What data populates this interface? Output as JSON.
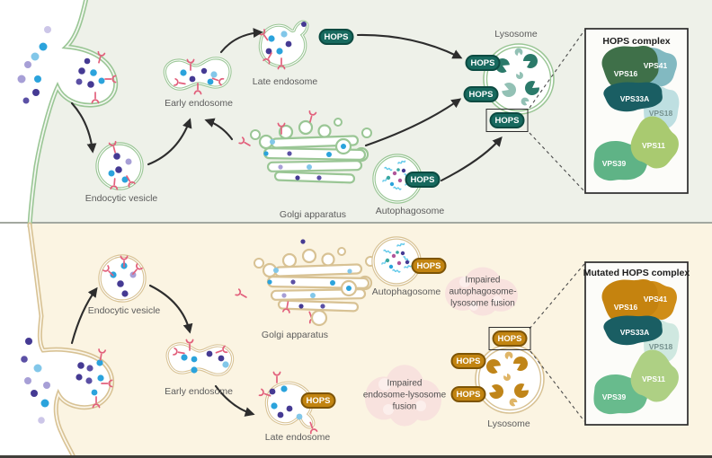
{
  "labels": {
    "hops": "HOPS",
    "top": {
      "lysosome": "Lysosome",
      "late_endosome": "Late endosome",
      "early_endosome": "Early endosome",
      "endocytic_vesicle": "Endocytic vesicle",
      "golgi": "Golgi apparatus",
      "autophagosome": "Autophagosome"
    },
    "bottom": {
      "lysosome": "Lysosome",
      "late_endosome": "Late endosome",
      "early_endosome": "Early endosome",
      "endocytic_vesicle": "Endocytic vesicle",
      "golgi": "Golgi apparatus",
      "autophagosome": "Autophagosome"
    }
  },
  "hops_box": {
    "title": "HOPS complex",
    "subunits": [
      "VPS16",
      "VPS41",
      "VPS33A",
      "VPS18",
      "VPS11",
      "VPS39"
    ]
  },
  "mutated_box": {
    "title": "Mutated HOPS complex",
    "subunits": [
      "VPS16",
      "VPS41",
      "VPS33A",
      "VPS18",
      "VPS11",
      "VPS39"
    ]
  },
  "clouds": {
    "autophagosome_fusion": {
      "line1": "Impaired",
      "line2": "autophagosome-",
      "line3": "lysosome fusion"
    },
    "endosome_fusion": {
      "line1": "Impaired",
      "line2": "endosome-lysosome",
      "line3": "fusion"
    }
  },
  "colors": {
    "top_background": "#eef1e9",
    "bottom_background": "#fbf4e2",
    "membrane_green": "#9ac695",
    "membrane_tan": "#d8c294",
    "hops_teal": "#17695e",
    "hops_gold": "#c28411",
    "vps_normal": {
      "VPS16": "#3f7049",
      "VPS41": "#82b9c1",
      "VPS33A": "#1a5e63",
      "VPS18": "#bedfe1",
      "VPS11": "#a9ca70",
      "VPS39": "#5fb386"
    },
    "vps_mutated": {
      "VPS16": "#c5830f",
      "VPS41": "#cf8d17",
      "VPS33A": "#1a5e63",
      "VPS18": "#cfe8e0",
      "VPS11": "#aed084",
      "VPS39": "#68bb8d"
    },
    "receptor_pink": "#e2607c",
    "impaired_cloud": "#f8e2de"
  }
}
